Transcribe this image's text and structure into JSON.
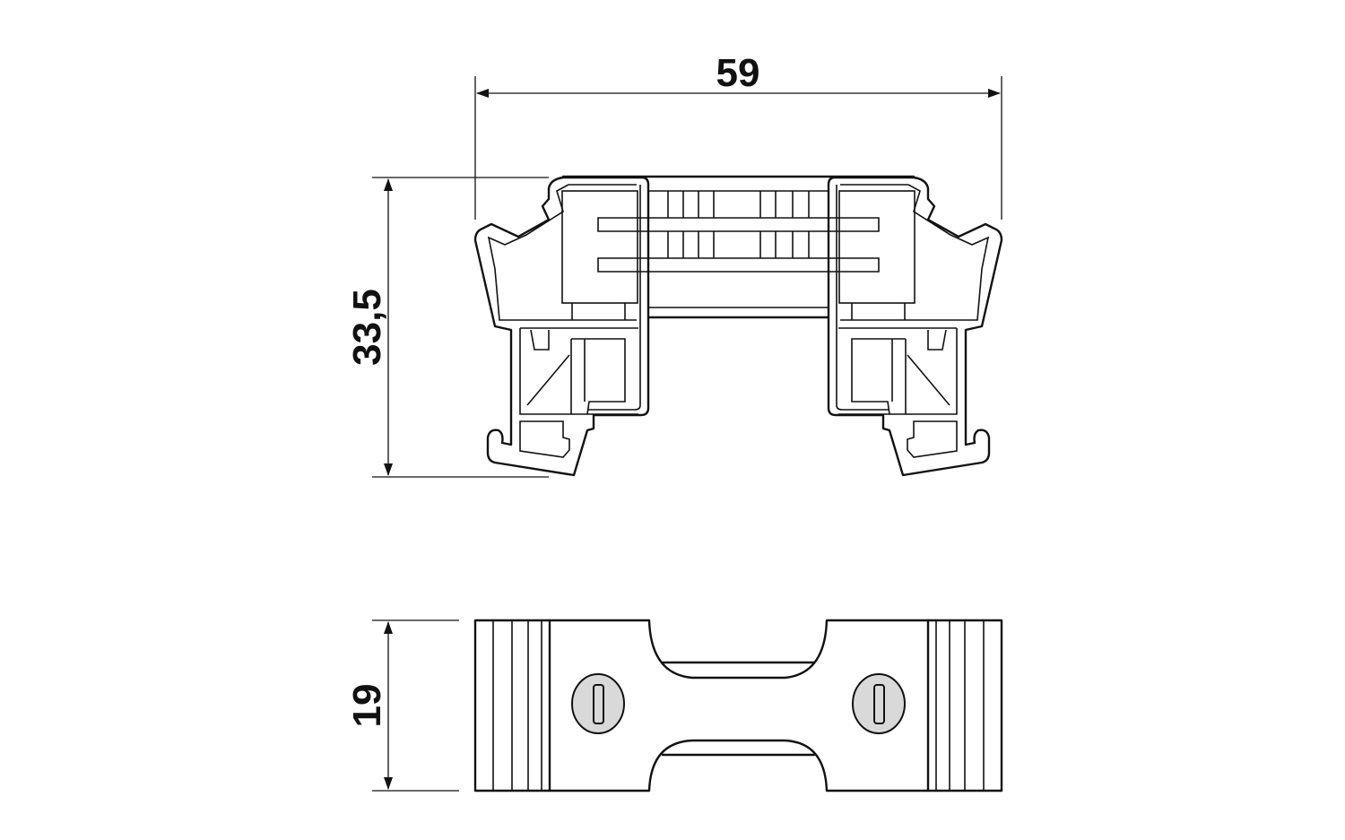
{
  "drawing": {
    "dimensions": {
      "width": "59",
      "height": "33,5",
      "depth": "19"
    },
    "colors": {
      "line": "#111111",
      "screw_fill": "#d9d9d9"
    }
  }
}
